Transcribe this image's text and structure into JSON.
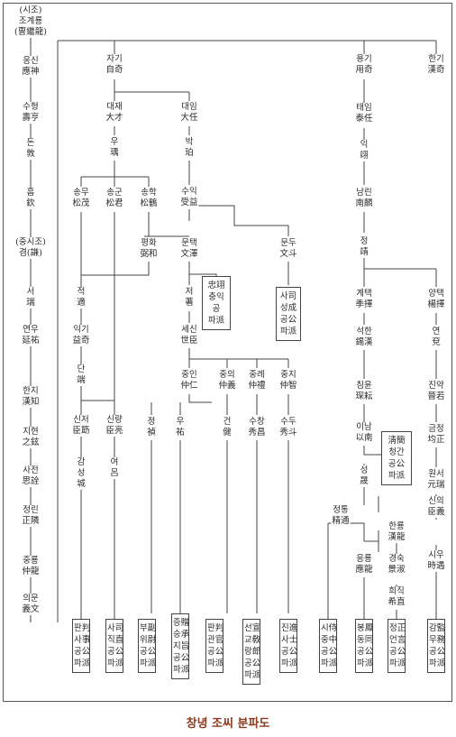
{
  "title": "창녕 조씨 분파도",
  "nodes": [
    {
      "id": "founder",
      "text": "(시조)\n조계룡\n(曺繼龍)"
    },
    {
      "id": "g2",
      "text": "응신\n應神"
    },
    {
      "id": "g3",
      "text": "수형\n壽亨"
    },
    {
      "id": "g4",
      "text": "돈\n敦"
    },
    {
      "id": "g5",
      "text": "흠\n欽"
    },
    {
      "id": "g6",
      "text": "(중시조)\n겸(謙)"
    },
    {
      "id": "g7",
      "text": "서\n瑞"
    },
    {
      "id": "g8",
      "text": "연우\n延祐"
    },
    {
      "id": "g9",
      "text": "한지\n漢知"
    },
    {
      "id": "g10",
      "text": "지현\n之鉉"
    },
    {
      "id": "g11",
      "text": "사전\n思詮"
    },
    {
      "id": "g12",
      "text": "정린\n正隣"
    },
    {
      "id": "g13",
      "text": "중룡\n仲龍"
    },
    {
      "id": "g14",
      "text": "의문\n義文"
    },
    {
      "id": "jagi",
      "text": "자기\n自奇"
    },
    {
      "id": "yonggi",
      "text": "용기\n用奇"
    },
    {
      "id": "hangi",
      "text": "한기\n漢奇"
    },
    {
      "id": "daejae",
      "text": "대재\n大才"
    },
    {
      "id": "daeim",
      "text": "대임\n大任"
    },
    {
      "id": "u",
      "text": "우\n瑀"
    },
    {
      "id": "bak",
      "text": "박\n珀"
    },
    {
      "id": "songmu",
      "text": "송무\n松茂"
    },
    {
      "id": "songgun",
      "text": "송군\n松君"
    },
    {
      "id": "songhak",
      "text": "송학\n松鶴"
    },
    {
      "id": "suik",
      "text": "수익\n受益"
    },
    {
      "id": "pyeonghwa",
      "text": "평화\n弼和"
    },
    {
      "id": "mundaek",
      "text": "문택\n文澤"
    },
    {
      "id": "mundu",
      "text": "문두\n文斗"
    },
    {
      "id": "jeok",
      "text": "적\n適"
    },
    {
      "id": "je",
      "text": "저\n著"
    },
    {
      "id": "ikgi",
      "text": "익기\n益奇"
    },
    {
      "id": "sesin",
      "text": "세신\n世臣"
    },
    {
      "id": "dan",
      "text": "단\n端"
    },
    {
      "id": "jungin",
      "text": "중인\n仲仁"
    },
    {
      "id": "jungui",
      "text": "중의\n仲義"
    },
    {
      "id": "jungrye",
      "text": "중례\n仲禮"
    },
    {
      "id": "jungji",
      "text": "중지\n仲智"
    },
    {
      "id": "sinjeo",
      "text": "신저\n臣筯"
    },
    {
      "id": "sinryang",
      "text": "신량\n臣亮"
    },
    {
      "id": "jeong_n",
      "text": "정\n禎"
    },
    {
      "id": "u_n",
      "text": "우\n祐"
    },
    {
      "id": "geon",
      "text": "건\n健"
    },
    {
      "id": "suchang",
      "text": "수창\n秀昌"
    },
    {
      "id": "sudu",
      "text": "수두\n秀斗"
    },
    {
      "id": "gamseong",
      "text": "감\n성\n城"
    },
    {
      "id": "yeomyeo",
      "text": "여\n呂"
    },
    {
      "id": "ik",
      "text": "익\n翊"
    },
    {
      "id": "taeim",
      "text": "태임\n泰任"
    },
    {
      "id": "namrin",
      "text": "남린\n南麟"
    },
    {
      "id": "jeong",
      "text": "정\n靖"
    },
    {
      "id": "gyetaek",
      "text": "계택\n季擇"
    },
    {
      "id": "yangtaek",
      "text": "양택\n楊擇"
    },
    {
      "id": "seokhan",
      "text": "석한\n錫漢"
    },
    {
      "id": "yeon",
      "text": "연\n兗"
    },
    {
      "id": "chimun",
      "text": "침윤\n琛耘"
    },
    {
      "id": "jinyak",
      "text": "진약\n晉若"
    },
    {
      "id": "inam",
      "text": "이남\n以南"
    },
    {
      "id": "geumjeong",
      "text": "금정\n均正"
    },
    {
      "id": "seong",
      "text": "성\n晟"
    },
    {
      "id": "wonseo",
      "text": "원서\n元瑞"
    },
    {
      "id": "jeongtong",
      "text": "정통\n精通"
    },
    {
      "id": "sinui",
      "text": "신의\n臣義"
    },
    {
      "id": "hanryong",
      "text": "한룡\n漢龍"
    },
    {
      "id": "siu",
      "text": "시우\n時遇"
    },
    {
      "id": "eungryong",
      "text": "응룡\n應龍"
    },
    {
      "id": "jeongsuk",
      "text": "경숙\n景淑"
    },
    {
      "id": "hoejik",
      "text": "희직\n希直"
    }
  ],
  "branch_boxes": [
    {
      "id": "chungik",
      "text": "忠翊\n충익\n공\n파派"
    },
    {
      "id": "sasaseong",
      "text": "사司\n성成\n공公\n파派"
    },
    {
      "id": "cheonggan",
      "text": "淸簡\n청간\n공公\n파派"
    },
    {
      "id": "b1",
      "text": "판判\n사事\n공公\n파派"
    },
    {
      "id": "b2",
      "text": "사司\n직直\n공公\n파派"
    },
    {
      "id": "b3",
      "text": "부副\n위尉\n공公\n파派"
    },
    {
      "id": "b4",
      "text": "증贈\n승承\n지旨\n공公\n파派"
    },
    {
      "id": "b5",
      "text": "판判\n관官\n공公\n파派"
    },
    {
      "id": "b6",
      "text": "선宣\n교敎\n랑郎\n공公\n파派"
    },
    {
      "id": "b7",
      "text": "진進\n사士\n공公\n파派"
    },
    {
      "id": "b8",
      "text": "시侍\n중中\n공公\n파派"
    },
    {
      "id": "b9",
      "text": "봉鳳\n동同\n공公\n파派"
    },
    {
      "id": "b10",
      "text": "정正\n언言\n공公\n파派"
    },
    {
      "id": "b11",
      "text": "감監\n무務\n공公\n파派"
    }
  ]
}
